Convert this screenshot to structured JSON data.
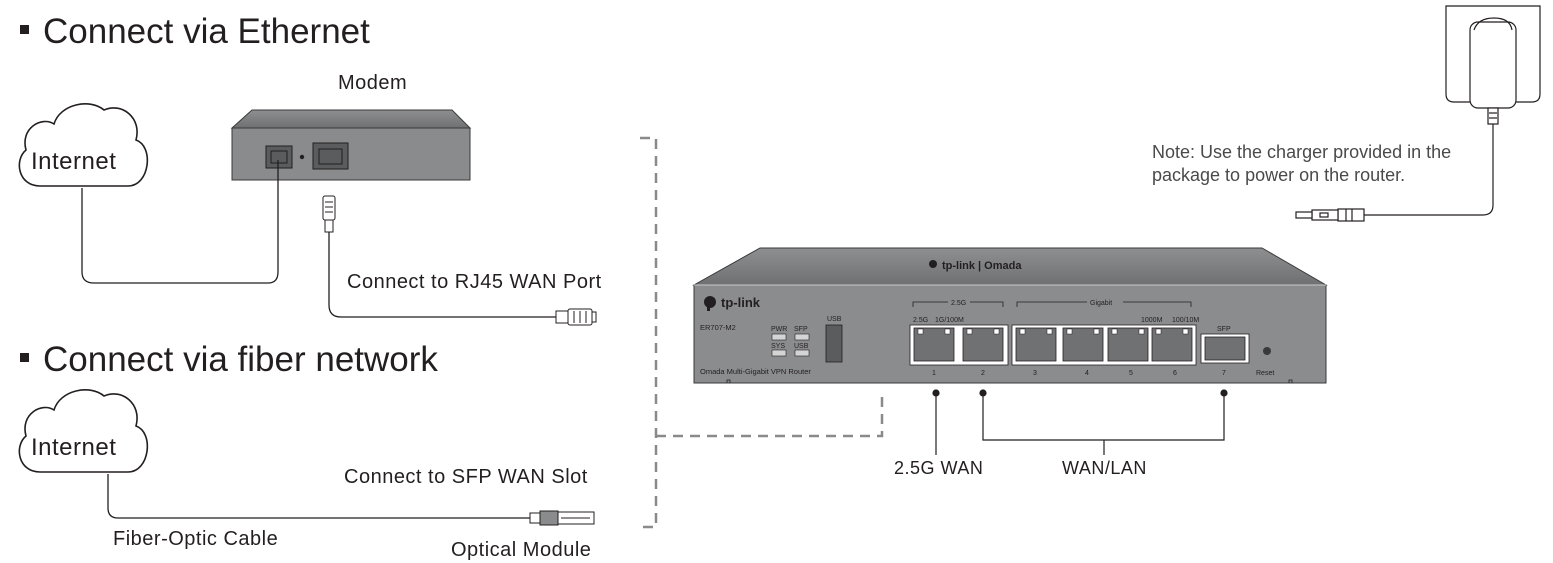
{
  "sections": {
    "ethernet_title": "Connect via Ethernet",
    "fiber_title": "Connect via fiber network"
  },
  "labels": {
    "modem": "Modem",
    "internet_top": "Internet",
    "internet_bottom": "Internet",
    "connect_rj45": "Connect to RJ45 WAN Port",
    "connect_sfp": "Connect to SFP WAN Slot",
    "fiber_cable": "Fiber-Optic Cable",
    "optical_module": "Optical Module",
    "wan_25g": "2.5G WAN",
    "wan_lan": "WAN/LAN",
    "note": "Note: Use the charger provided in the package to power on the router."
  },
  "router": {
    "top_logo": "tp-link | Omada",
    "brand": "tp-link",
    "model": "ER707-M2",
    "description": "Omada Multi-Gigabit VPN Router",
    "leds": [
      "PWR",
      "SFP",
      "SYS",
      "USB"
    ],
    "usb_label": "USB",
    "group_25g": "2.5G",
    "group_gigabit": "Gigabit",
    "speed_25g": "2.5G",
    "speed_1g": "1G/100M",
    "speed_1000m": "1000M",
    "speed_100m": "100/10M",
    "sfp_label": "SFP",
    "reset_label": "Reset",
    "port_numbers": [
      "1",
      "2",
      "3",
      "4",
      "5",
      "6",
      "7"
    ]
  }
}
